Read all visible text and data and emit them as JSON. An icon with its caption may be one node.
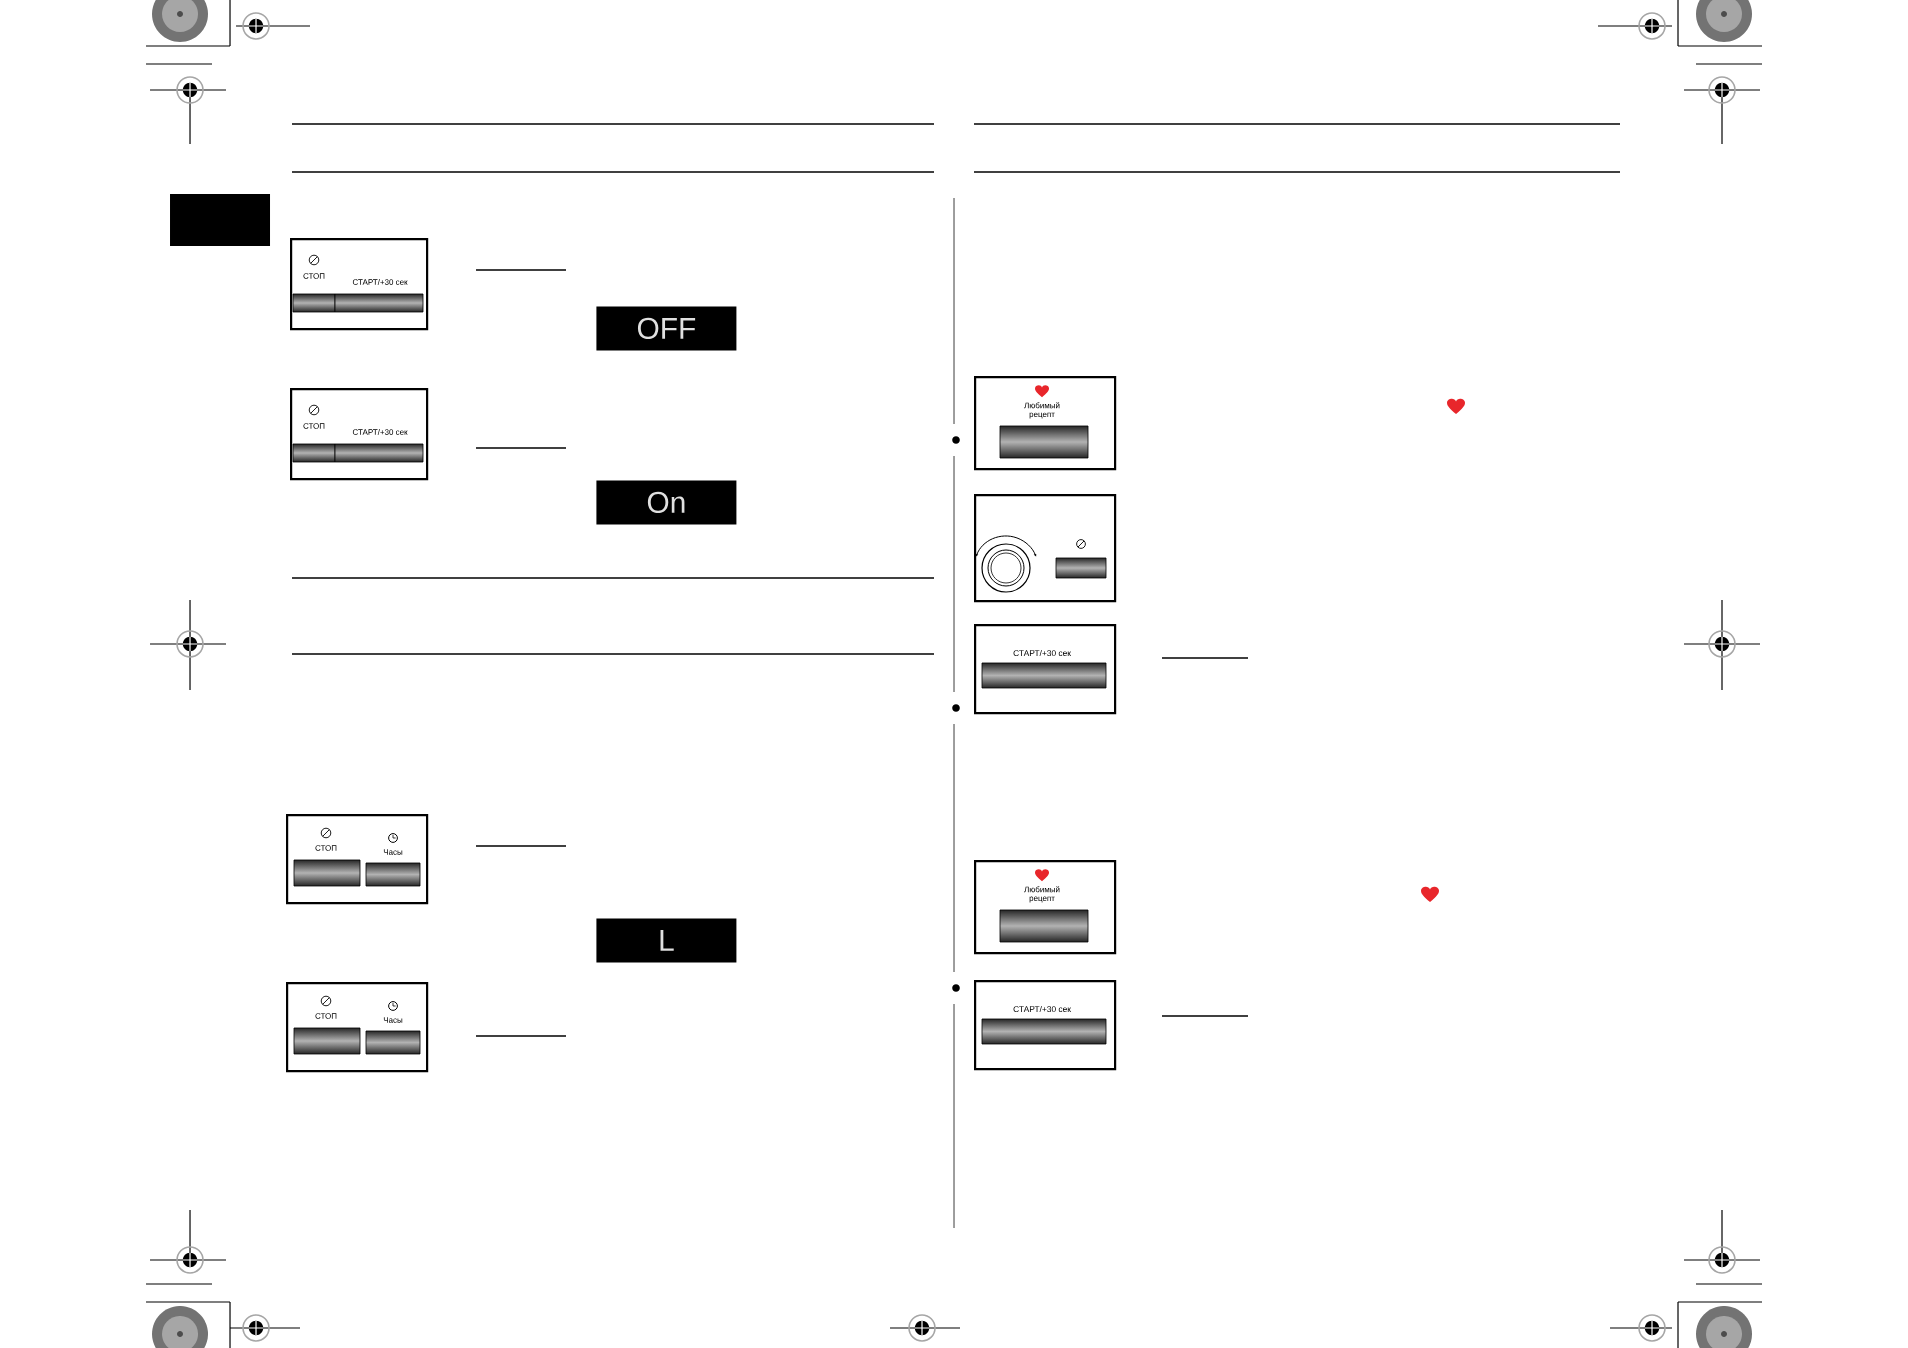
{
  "diagram": {
    "nodes": [
      {
        "text": [
          "СТОП",
          "СТАРТ/+30 сек"
        ]
      },
      {
        "text": [
          "OFF"
        ]
      },
      {
        "text": [
          "СТОП",
          "СТАРТ/+30 сек"
        ]
      },
      {
        "text": [
          "On"
        ]
      },
      {
        "text": [
          "СТОП",
          "Часы"
        ]
      },
      {
        "text": [
          "L"
        ]
      },
      {
        "text": [
          "СТОП",
          "Часы"
        ]
      },
      {
        "text": [
          "Любимый рецепт"
        ]
      },
      {
        "text": [],
        "shape": "picture"
      },
      {
        "text": [
          "СТАРТ/+30 сек"
        ]
      },
      {
        "text": [
          "Любимый рецепт"
        ]
      },
      {
        "text": [
          "СТАРТ/+30 сек"
        ]
      }
    ]
  }
}
